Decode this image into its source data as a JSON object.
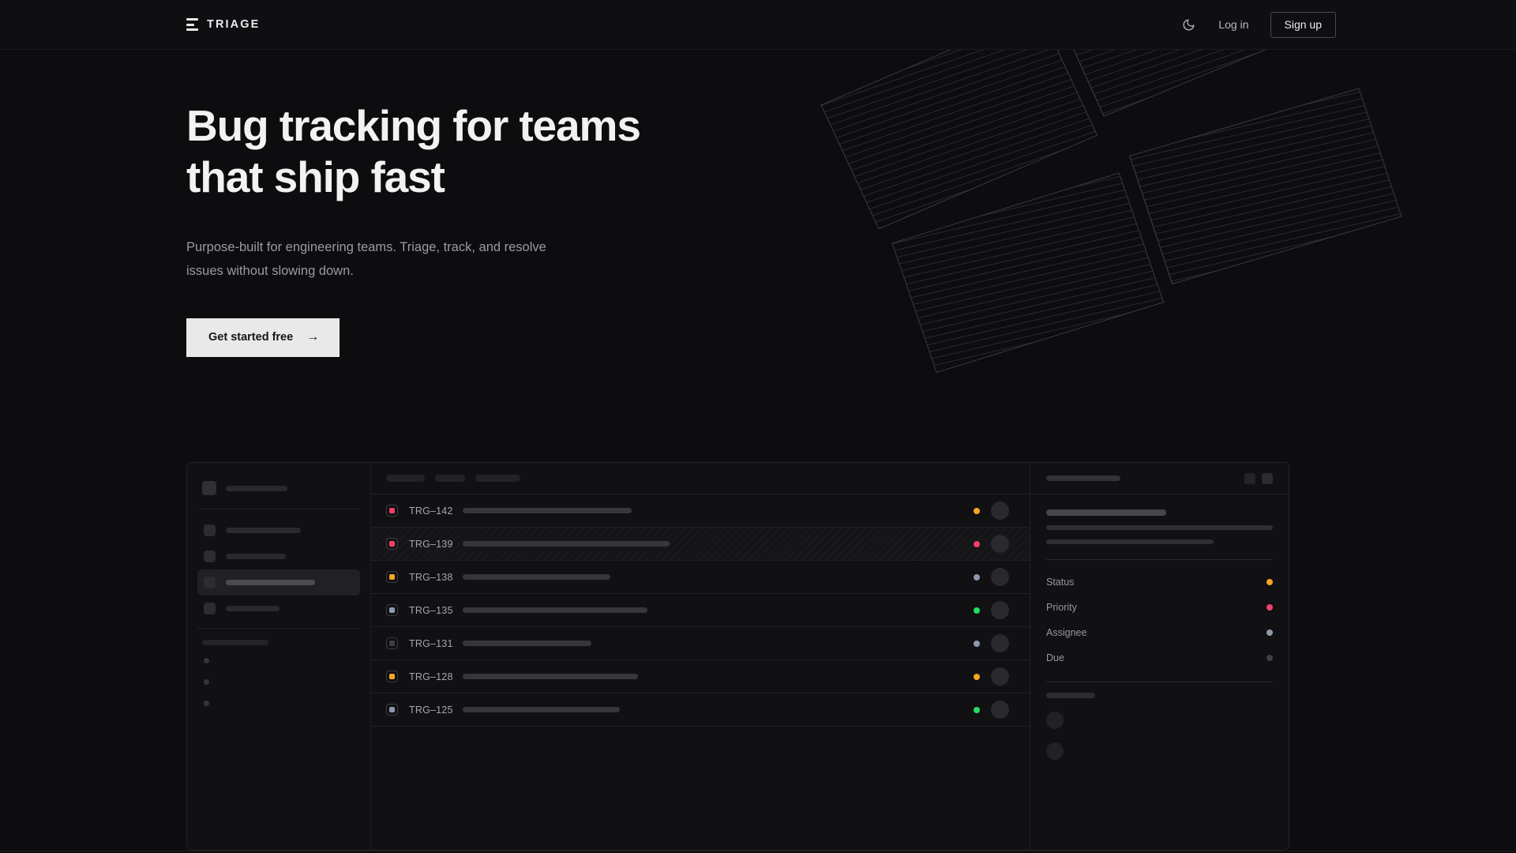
{
  "header": {
    "brand": "TRIAGE",
    "brand_icon": "stacked-bars-logo",
    "theme_toggle_icon": "moon-icon",
    "login_label": "Log in",
    "signup_label": "Sign up"
  },
  "hero": {
    "headline_line1": "Bug tracking for teams",
    "headline_line2": "that ship fast",
    "subtext": "Purpose-built for engineering teams. Triage, track, and resolve issues without slowing down.",
    "cta_label": "Get started free",
    "cta_arrow": "→"
  },
  "colors": {
    "page_bg": "#0d0d0f",
    "header_bg": "#0f0f11",
    "surface": "#111113",
    "border": "#242428",
    "accent_orange": "#f5a623",
    "accent_pink": "#f43f68",
    "accent_green": "#22dd66",
    "accent_slate": "#8e98ad",
    "accent_muted": "#3f4046",
    "cta_bg": "#e9e9ea",
    "text_primary": "#f2f2f3",
    "text_muted": "#9a9aa1"
  },
  "mock": {
    "sidebar": {
      "workspace_skeleton_width": 78,
      "nav_items": [
        {
          "label_width": 95,
          "active": false
        },
        {
          "label_width": 76,
          "active": false
        },
        {
          "label_width": 113,
          "active": true
        },
        {
          "label_width": 68,
          "active": false
        }
      ],
      "section_label_width": 68,
      "projects": [
        {},
        {},
        {}
      ]
    },
    "list": {
      "filter_chips": [
        {
          "width": 49
        },
        {
          "width": 38
        },
        {
          "width": 57
        }
      ],
      "rows": [
        {
          "id": "TRG–142",
          "priority_color": "#f43f68",
          "status_color": "#f5a623",
          "title_width": 214,
          "selected": false
        },
        {
          "id": "TRG–139",
          "priority_color": "#f43f68",
          "status_color": "#f43f68",
          "title_width": 262,
          "selected": true
        },
        {
          "id": "TRG–138",
          "priority_color": "#f5a623",
          "status_color": "#8e98ad",
          "title_width": 187,
          "selected": false
        },
        {
          "id": "TRG–135",
          "priority_color": "#8e98ad",
          "status_color": "#22dd66",
          "title_width": 234,
          "selected": false
        },
        {
          "id": "TRG–131",
          "priority_color": "#3f4046",
          "status_color": "#8e98ad",
          "title_width": 163,
          "selected": false
        },
        {
          "id": "TRG–128",
          "priority_color": "#f5a623",
          "status_color": "#f5a623",
          "title_width": 222,
          "selected": false
        },
        {
          "id": "TRG–125",
          "priority_color": "#8e98ad",
          "status_color": "#22dd66",
          "title_width": 199,
          "selected": false
        }
      ]
    },
    "panel": {
      "title_skeleton_width": 152,
      "desc_line_widths": [
        287,
        212
      ],
      "meta": [
        {
          "label": "Status",
          "color": "#f5a623"
        },
        {
          "label": "Priority",
          "color": "#f43f68"
        },
        {
          "label": "Assignee",
          "color": "#8e98ad"
        },
        {
          "label": "Due",
          "color": "#3f4046"
        }
      ],
      "comments_label_width": 62,
      "comment_avatars": 2
    }
  }
}
